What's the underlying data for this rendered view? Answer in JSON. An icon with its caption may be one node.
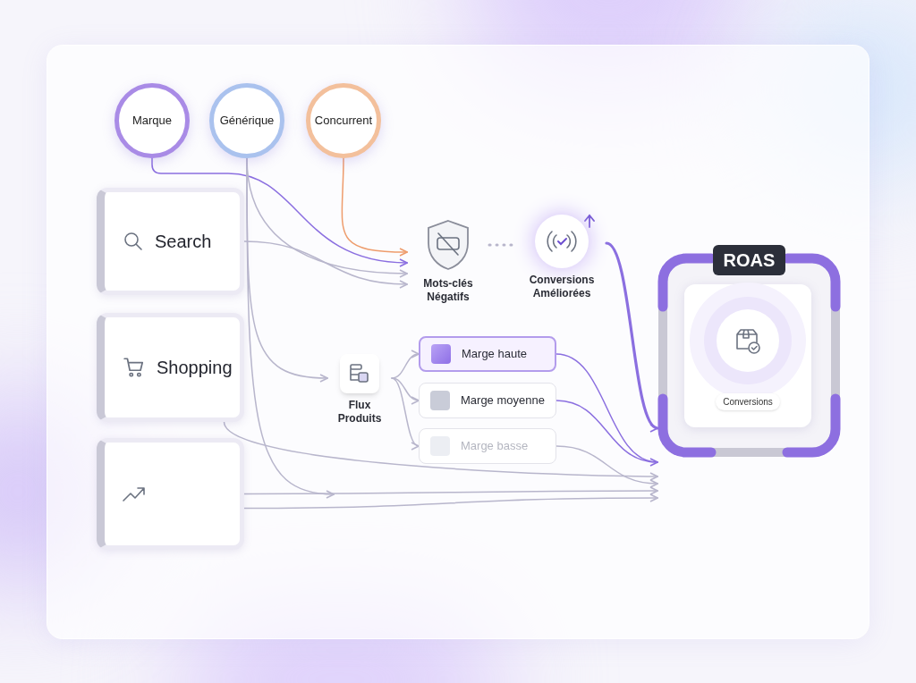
{
  "diagram": {
    "nodes": [
      {
        "text": [
          "Marque"
        ]
      },
      {
        "text": [
          "Générique"
        ]
      },
      {
        "text": [
          "Concurrent"
        ]
      },
      {
        "text": [
          "Search"
        ]
      },
      {
        "text": [
          "Shopping"
        ]
      },
      {
        "text": [],
        "shape": "box"
      },
      {
        "text": [
          "Mots-clés Négatifs"
        ]
      },
      {
        "text": [
          "Conversions Améliorées"
        ]
      },
      {
        "text": [
          "Flux Produits"
        ]
      },
      {
        "text": [
          "Marge haute"
        ]
      },
      {
        "text": [
          "Marge moyenne"
        ]
      },
      {
        "text": [
          "Marge basse"
        ]
      },
      {
        "text": [
          "ROAS"
        ]
      },
      {
        "text": [
          "Conversions"
        ],
        "in": 12
      }
    ],
    "edges": [
      {
        "from": 0,
        "to": 6,
        "arrow": "to",
        "color": "#8b6fe0"
      },
      {
        "from": 1,
        "to": 6,
        "arrow": "to"
      },
      {
        "from": 2,
        "to": 6,
        "arrow": "to",
        "color": "#ee9c6c"
      },
      {
        "from": 3,
        "to": 6,
        "arrow": "to"
      },
      {
        "from": 1,
        "to": 8,
        "arrow": "to"
      },
      {
        "from": 1,
        "to": null,
        "arrow": "to"
      },
      {
        "from": 6,
        "to": 7,
        "arrow": "none",
        "style": "dashed"
      },
      {
        "from": 7,
        "to": 12,
        "arrow": "to",
        "color": "#8b6fe0",
        "style": "thick"
      },
      {
        "from": 8,
        "to": 9,
        "arrow": "to"
      },
      {
        "from": 8,
        "to": 10,
        "arrow": "to"
      },
      {
        "from": 8,
        "to": 11,
        "arrow": "to"
      },
      {
        "from": 9,
        "to": 12,
        "arrow": "to",
        "color": "#8b6fe0"
      },
      {
        "from": 10,
        "to": 12,
        "arrow": "none",
        "color": "#8b6fe0"
      },
      {
        "from": 11,
        "to": 12,
        "arrow": "to"
      },
      {
        "from": 4,
        "to": 12,
        "arrow": "to"
      },
      {
        "from": 5,
        "to": 12,
        "arrow": "to"
      },
      {
        "from": 5,
        "to": 12,
        "arrow": "to"
      }
    ]
  }
}
